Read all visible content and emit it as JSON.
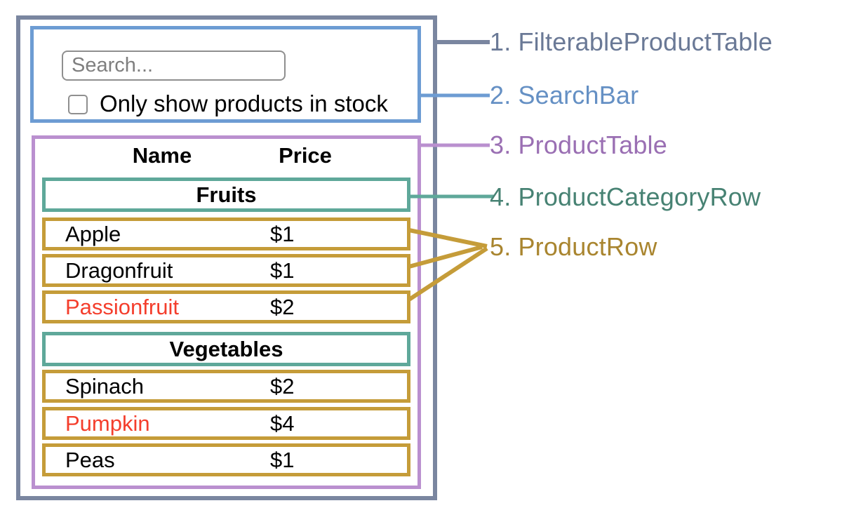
{
  "diagram": {
    "search_bar": {
      "search_placeholder": "Search...",
      "checkbox_label": "Only show products in stock",
      "checkbox_checked": false
    },
    "product_table": {
      "columns": [
        "Name",
        "Price"
      ],
      "sections": [
        {
          "category": "Fruits",
          "rows": [
            {
              "name": "Apple",
              "price": "$1",
              "in_stock": true
            },
            {
              "name": "Dragonfruit",
              "price": "$1",
              "in_stock": true
            },
            {
              "name": "Passionfruit",
              "price": "$2",
              "in_stock": false
            }
          ]
        },
        {
          "category": "Vegetables",
          "rows": [
            {
              "name": "Spinach",
              "price": "$2",
              "in_stock": true
            },
            {
              "name": "Pumpkin",
              "price": "$4",
              "in_stock": false
            },
            {
              "name": "Peas",
              "price": "$1",
              "in_stock": true
            }
          ]
        }
      ]
    }
  },
  "legend": {
    "items": [
      {
        "number": "1.",
        "label": "FilterableProductTable",
        "color": "#6a7996"
      },
      {
        "number": "2.",
        "label": "SearchBar",
        "color": "#6590c4"
      },
      {
        "number": "3.",
        "label": "ProductTable",
        "color": "#9a6fb3"
      },
      {
        "number": "4.",
        "label": "ProductCategoryRow",
        "color": "#478273"
      },
      {
        "number": "5.",
        "label": "ProductRow",
        "color": "#a9852f"
      }
    ]
  },
  "colors": {
    "outer_border": "#7a86a0",
    "searchbar_border": "#6d9cd3",
    "producttable_border": "#ba90cf",
    "categoryrow_border": "#5fa89a",
    "productrow_border": "#c59c39",
    "out_of_stock_text": "#f43e2c"
  }
}
